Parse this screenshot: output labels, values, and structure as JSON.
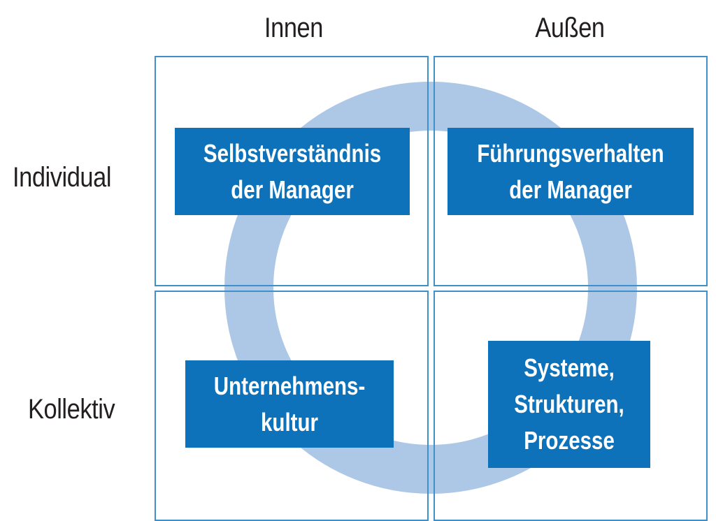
{
  "headers": {
    "columns": [
      "Innen",
      "Außen"
    ],
    "rows": [
      "Individual",
      "Kollektiv"
    ]
  },
  "boxes": {
    "top_left": [
      "Selbstverständnis",
      "der Manager"
    ],
    "top_right": [
      "Führungsverhalten",
      "der Manager"
    ],
    "bottom_left": [
      "Unternehmens-",
      "kultur"
    ],
    "bottom_right": [
      "Systeme,",
      "Strukturen,",
      "Prozesse"
    ]
  },
  "colors": {
    "box_fill": "#0d72b9",
    "box_text": "#ffffff",
    "grid_border": "#3f8fc8",
    "ring": "#adc8e6",
    "header_text": "#231f20"
  }
}
